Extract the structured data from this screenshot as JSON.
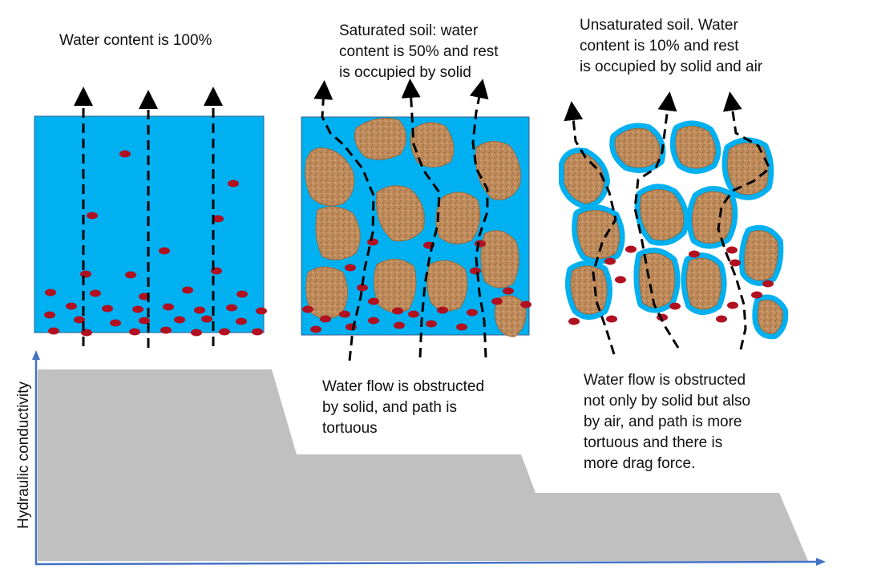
{
  "labels": {
    "water_content_100": "Water content is 100%",
    "saturated": [
      "Saturated soil: water",
      "content is 50% and rest",
      "is occupied by solid"
    ],
    "unsaturated": [
      "Unsaturated soil. Water",
      "content is 10% and rest",
      "is occupied by solid and air"
    ],
    "obstructed_solid": [
      "Water flow is obstructed",
      "by solid, and path is",
      "tortuous"
    ],
    "obstructed_air": [
      "Water flow is obstructed",
      "not only by solid but also",
      "by air, and path is more",
      "tortuous and there is",
      "more drag force."
    ],
    "y_axis": "Hydraulic conductivity"
  },
  "colors": {
    "water": "#00b0f0",
    "soil": "#b98655",
    "soil_dark": "#8a5a30",
    "particle": "#b01020",
    "graph_fill": "#c0c0c0",
    "axis": "#4472c4",
    "flow_line": "#000000"
  }
}
